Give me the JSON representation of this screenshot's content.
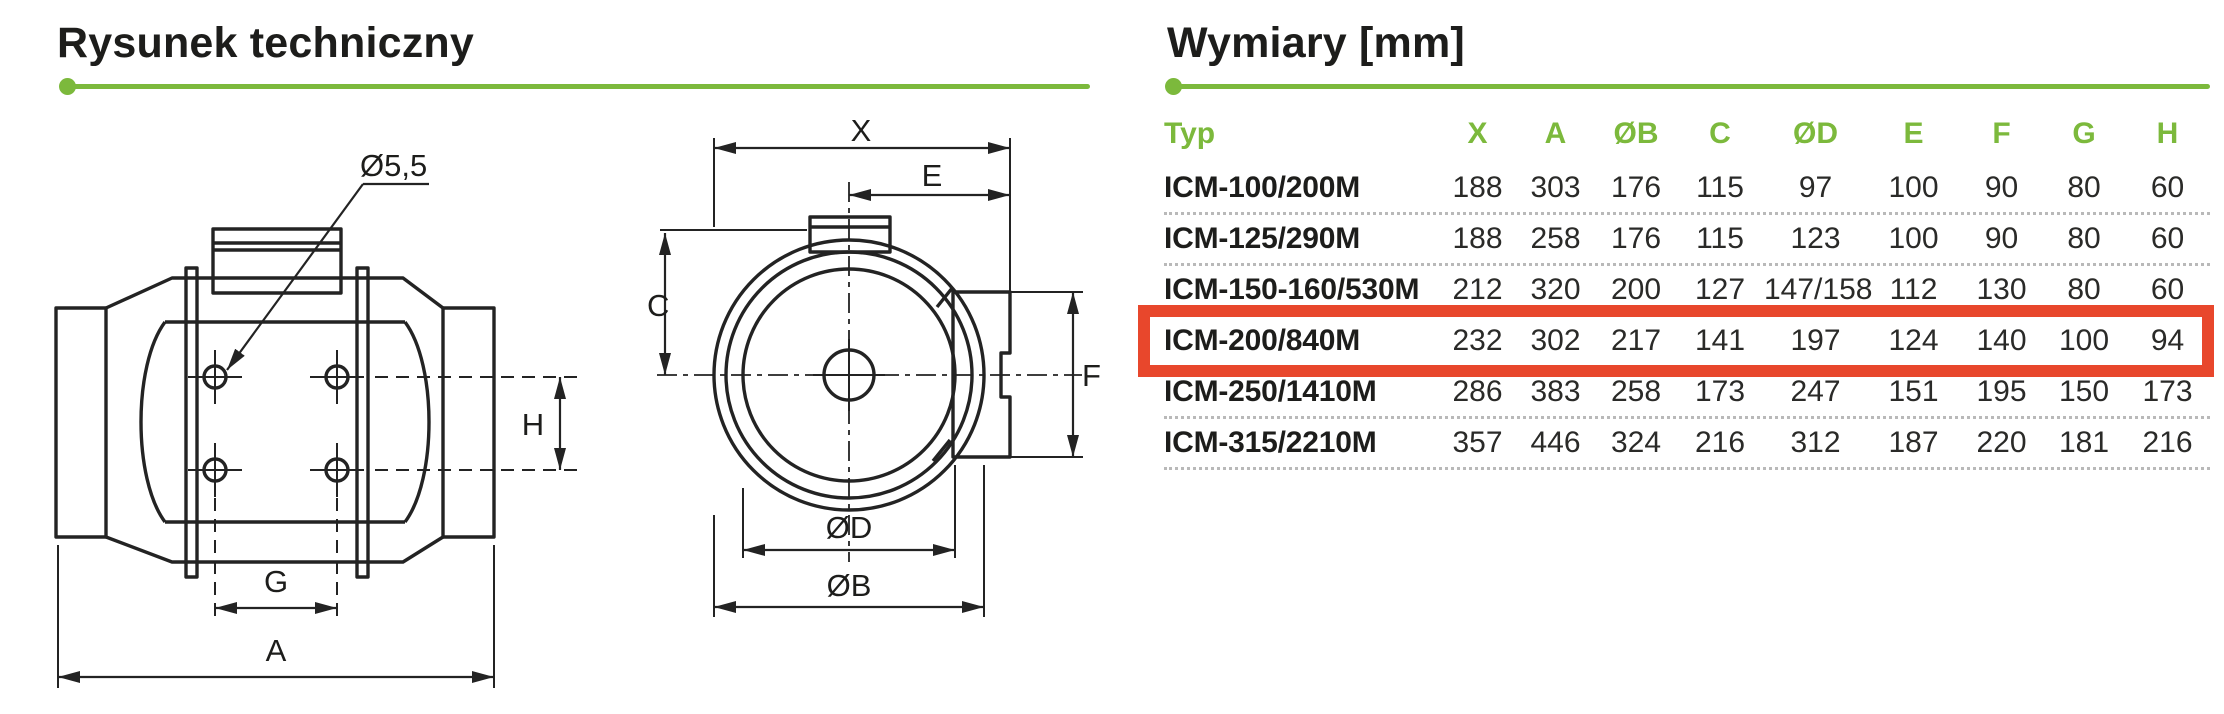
{
  "colors": {
    "accent_green": "#7cb93c",
    "accent_red": "#e8472c",
    "text": "#1d1d1b"
  },
  "left_section": {
    "title": "Rysunek techniczny"
  },
  "right_section": {
    "title": "Wymiary [mm]"
  },
  "drawing": {
    "side_view": {
      "labels": {
        "hole_dia": "Ø5,5",
        "h": "H",
        "g": "G",
        "a": "A"
      }
    },
    "front_view": {
      "labels": {
        "x": "X",
        "e": "E",
        "c": "C",
        "f": "F",
        "od": "ØD",
        "ob": "ØB"
      }
    }
  },
  "table": {
    "columns": [
      "Typ",
      "X",
      "A",
      "ØB",
      "C",
      "ØD",
      "E",
      "F",
      "G",
      "H"
    ],
    "rows": [
      {
        "typ": "ICM-100/200M",
        "values": [
          "188",
          "303",
          "176",
          "115",
          "97",
          "100",
          "90",
          "80",
          "60"
        ],
        "highlighted": false
      },
      {
        "typ": "ICM-125/290M",
        "values": [
          "188",
          "258",
          "176",
          "115",
          "123",
          "100",
          "90",
          "80",
          "60"
        ],
        "highlighted": false
      },
      {
        "typ": "ICM-150-160/530M",
        "values": [
          "212",
          "320",
          "200",
          "127",
          "147/158",
          "112",
          "130",
          "80",
          "60"
        ],
        "highlighted": false
      },
      {
        "typ": "ICM-200/840M",
        "values": [
          "232",
          "302",
          "217",
          "141",
          "197",
          "124",
          "140",
          "100",
          "94"
        ],
        "highlighted": true
      },
      {
        "typ": "ICM-250/1410M",
        "values": [
          "286",
          "383",
          "258",
          "173",
          "247",
          "151",
          "195",
          "150",
          "173"
        ],
        "highlighted": false
      },
      {
        "typ": "ICM-315/2210M",
        "values": [
          "357",
          "446",
          "324",
          "216",
          "312",
          "187",
          "220",
          "181",
          "216"
        ],
        "highlighted": false
      }
    ]
  }
}
